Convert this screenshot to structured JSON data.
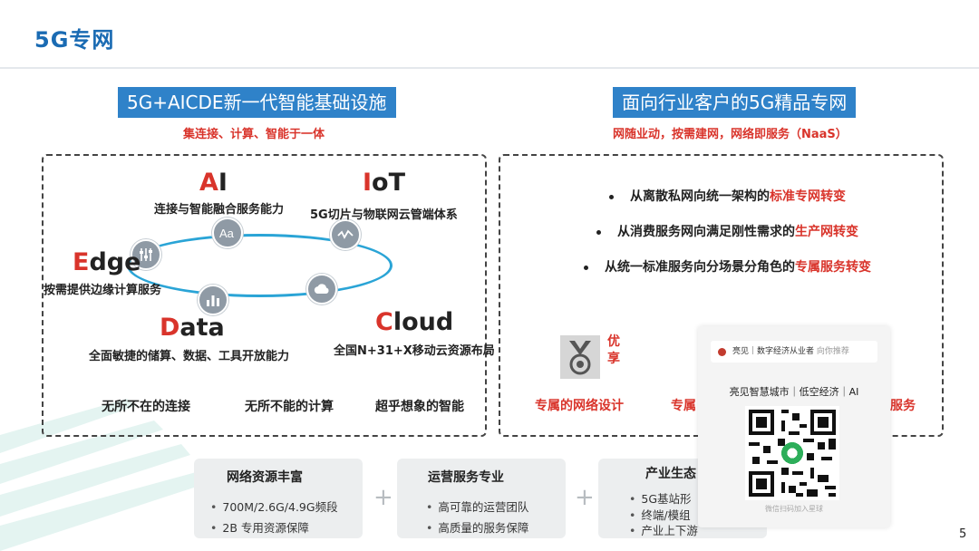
{
  "slide": {
    "title": "5G专网",
    "page_number": "5"
  },
  "left_panel": {
    "heading": "5G+AICDE新一代智能基础设施",
    "subtitle": "集连接、计算、智能于一体",
    "ai": {
      "lead": "A",
      "rest": "I",
      "caption": "连接与智能融合服务能力"
    },
    "iot": {
      "lead": "I",
      "rest": "oT",
      "caption": "5G切片与物联网云管端体系"
    },
    "edge": {
      "lead": "E",
      "rest": "dge",
      "caption": "按需提供边缘计算服务"
    },
    "data": {
      "lead": "D",
      "rest": "ata",
      "caption": "全面敏捷的储算、数据、工具开放能力"
    },
    "cloud": {
      "lead": "C",
      "rest": "loud",
      "caption": "全国N+31+X移动云资源布局"
    },
    "node_icons": [
      "sliders-icon",
      "text-aa-icon",
      "signal-wave-icon",
      "chart-bar-icon",
      "cloud-icon"
    ],
    "bottom": [
      "无所不在的连接",
      "无所不能的计算",
      "超乎想象的智能"
    ]
  },
  "right_panel": {
    "heading": "面向行业客户的5G精品专网",
    "subtitle": "网随业动，按需建网，网络即服务（NaaS）",
    "bullets": [
      {
        "pre": "从离散私网向统一架构的",
        "hl": "标准专网转变"
      },
      {
        "pre": "从消费服务网向满足刚性需求的",
        "hl": "生产网转变"
      },
      {
        "pre": "从统一标准服务向分场景分角色的",
        "hl": "专属服务转变"
      }
    ],
    "medal_label": "优享",
    "bottom_left": "专属的网络设计",
    "bottom_mid": "专属",
    "bottom_right": "服务"
  },
  "cards": [
    {
      "title": "网络资源丰富",
      "items": [
        "700M/2.6G/4.9G频段",
        "2B 专用资源保障"
      ]
    },
    {
      "title": "运营服务专业",
      "items": [
        "高可靠的运营团队",
        "高质量的服务保障"
      ]
    },
    {
      "title": "产业生态",
      "items": [
        "5G基站形",
        "终端/模组",
        "产业上下游"
      ]
    }
  ],
  "plus_sign": "+",
  "overlay": {
    "head_brand": "亮见",
    "head_text": "数字经济从业者",
    "head_grey": "向你推荐",
    "tags": "亮见智慧城市｜低空经济｜AI",
    "footer": "微信扫码加入星球"
  },
  "colors": {
    "accent_blue": "#2f82c9",
    "title_blue": "#1a6bb3",
    "highlight_red": "#d9342b",
    "ring_blue": "#2aa4d6"
  }
}
